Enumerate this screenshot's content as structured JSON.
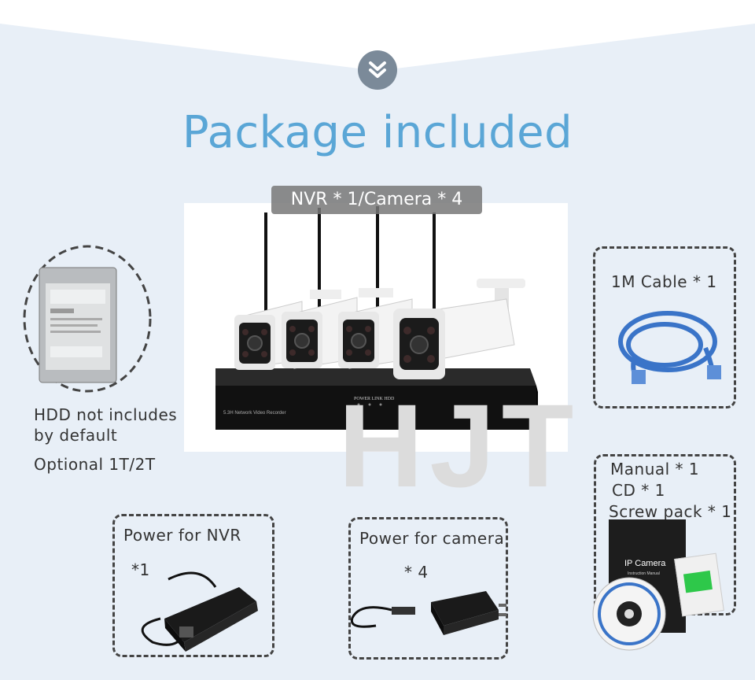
{
  "title": "Package included",
  "main_tag": "NVR * 1/Camera * 4",
  "nvr_panel_text": "POWER LINK HDD",
  "nvr_model_text": "5.3H Network Video Recorder",
  "watermark": "HJT",
  "hdd": {
    "line1": "HDD not includes",
    "line2": "by default",
    "line3": "Optional 1T/2T"
  },
  "cable": {
    "label": "1M Cable * 1"
  },
  "power_nvr": {
    "label": "Power for NVR",
    "qty": "*1"
  },
  "power_camera": {
    "label": "Power for camera",
    "qty": "* 4"
  },
  "manual": {
    "line1": "Manual * 1",
    "line2": "CD * 1",
    "line3": "Screw pack * 1",
    "book_title": "IP Camera",
    "book_subtitle": "Instruction Manual"
  },
  "colors": {
    "title": "#5aa6d6",
    "badge": "#7b8a99",
    "cable": "#3a74c8"
  }
}
